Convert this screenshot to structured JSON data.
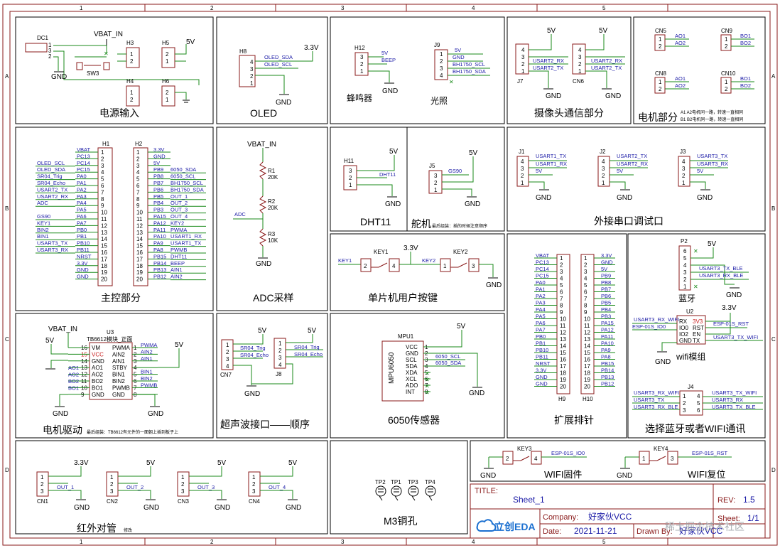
{
  "frame": {
    "col_labels": [
      "1",
      "2",
      "3",
      "4",
      "5"
    ],
    "row_labels": [
      "A",
      "B",
      "C",
      "D"
    ]
  },
  "blocks": {
    "power": {
      "title": "电源输入",
      "refs": {
        "dc1": "DC1",
        "h3": "H3",
        "h4": "H4",
        "h5": "H5",
        "h6": "H6",
        "sw3": "SW3"
      },
      "nets": {
        "vbat": "VBAT_IN",
        "v5": "5V",
        "gnd": "GND"
      }
    },
    "oled": {
      "title": "OLED",
      "ref": "H8",
      "nets": {
        "v33": "3.3V",
        "gnd": "GND",
        "sda": "OLED_SDA",
        "scl": "OLED_SCL"
      }
    },
    "buzzer": {
      "title": "蜂鸣器",
      "ref": "H12",
      "nets": {
        "v5": "5V",
        "beep": "BEEP",
        "gnd": "GND"
      }
    },
    "light": {
      "title": "光照",
      "ref": "J9",
      "nets": {
        "v5": "5V",
        "gnd": "GND",
        "scl": "BH1750_SCL",
        "sda": "BH1750_SDA"
      }
    },
    "camera": {
      "title": "摄像头通信部分",
      "refs": {
        "j7": "J7",
        "cn6": "CN6"
      },
      "nets": {
        "v5": "5V",
        "gnd": "GND",
        "rx": "USART2_RX",
        "tx": "USART2_TX"
      }
    },
    "motor": {
      "title": "电机部分",
      "refs": {
        "cn5": "CN5",
        "cn8": "CN8",
        "cn9": "CN9",
        "cn10": "CN10"
      },
      "nets": {
        "ao1": "AO1",
        "ao2": "AO2",
        "bo1": "BO1",
        "bo2": "BO2"
      },
      "note1": "A1 A2电机同一路，转速一直相同",
      "note2": "B1 B2电机同一路，转速一直相同"
    },
    "main": {
      "title": "主控部分",
      "refs": {
        "h1": "H1",
        "h2": "H2"
      },
      "h1_nets": [
        "VBAT",
        "PC13",
        "PC14",
        "PC15",
        "PA0",
        "PA1",
        "PA2",
        "PA3",
        "PA4",
        "PA5",
        "PA6",
        "PA7",
        "PB0",
        "PB1",
        "PB10",
        "PB11",
        "NRST",
        "3.3V",
        "GND",
        "GND"
      ],
      "h1_ext": [
        "",
        "",
        "OLED_SCL",
        "OLED_SDA",
        "SR04_Trig",
        "SR04_Echo",
        "USART2_TX",
        "USART2_RX",
        "ADC",
        "",
        "GS90",
        "KEY1",
        "BIN2",
        "BIN1",
        "USART3_TX",
        "USART3_RX",
        "",
        "",
        "",
        ""
      ],
      "h2_nets": [
        "3.3V",
        "GND",
        "5V",
        "PB9",
        "PB8",
        "PB7",
        "PB6",
        "PB5",
        "PB4",
        "PB3",
        "PA15",
        "PA12",
        "PA11",
        "PA10",
        "PA9",
        "PA8",
        "PB15",
        "PB14",
        "PB13",
        "PB12"
      ],
      "h2_ext": [
        "",
        "",
        "",
        "6050_SDA",
        "6050_SCL",
        "BH1750_SCL",
        "BH1750_SDA",
        "OUT_1",
        "OUT_2",
        "OUT_3",
        "OUT_4",
        "KEY2",
        "PWMA",
        "USART1_RX",
        "USART1_TX",
        "PWMB",
        "DHT11",
        "BEEP",
        "AIN1",
        "AIN2"
      ]
    },
    "adc": {
      "title": "ADC采样",
      "nets": {
        "vbat": "VBAT_IN",
        "adc": "ADC",
        "gnd": "GND"
      },
      "parts": [
        {
          "ref": "R1",
          "val": "20K"
        },
        {
          "ref": "R2",
          "val": "20K"
        },
        {
          "ref": "R3",
          "val": "10K"
        }
      ]
    },
    "dht": {
      "title": "DHT11",
      "ref": "H11",
      "nets": {
        "v5": "5V",
        "sig": "DHT11",
        "gnd": "GND"
      }
    },
    "servo": {
      "title": "舵机",
      "ref": "J5",
      "note": "最后组装：插的时候注意顺序",
      "nets": {
        "v5": "5V",
        "sig": "GS90",
        "gnd": "GND"
      }
    },
    "uart": {
      "title": "外接串口调试口",
      "ports": [
        {
          "ref": "J1",
          "tx": "USART1_TX",
          "rx": "USART1_RX",
          "v5": "5V",
          "gnd": "GND"
        },
        {
          "ref": "J2",
          "tx": "USART2_TX",
          "rx": "USART2_RX",
          "v5": "5V",
          "gnd": "GND"
        },
        {
          "ref": "J3",
          "tx": "USART3_TX",
          "rx": "USART3_RX",
          "v5": "5V",
          "gnd": "GND"
        }
      ]
    },
    "keys": {
      "title": "单片机用户按键",
      "nets": {
        "k1": "KEY1",
        "k2": "KEY2",
        "v33": "3.3V",
        "gnd": "GND"
      },
      "refs": {
        "key1": "KEY1",
        "key2": "KEY2"
      }
    },
    "driver": {
      "title": "电机驱动",
      "ref": "U3",
      "model": "TB6612模块_正面",
      "note": "最后组装：TB6612有元件的一面朝上插到板子上",
      "nets": {
        "vbat": "VBAT_IN",
        "v5": "5V",
        "gnd": "GND"
      },
      "left_pins": [
        "VM",
        "VCC",
        "GND",
        "AO1",
        "AO2",
        "BO2",
        "BO1",
        "GND"
      ],
      "left_nums": [
        "16",
        "15",
        "14",
        "13",
        "12",
        "11",
        "10",
        "9"
      ],
      "left_ext": [
        "",
        "",
        "",
        "AO1",
        "AO2",
        "BO2",
        "BO1",
        ""
      ],
      "right_pins": [
        "PWMA",
        "AIN2",
        "AIN1",
        "STBY",
        "BIN1",
        "BIN2",
        "PWMB",
        "GND"
      ],
      "right_nums": [
        "1",
        "2",
        "3",
        "4",
        "5",
        "6",
        "7",
        "8"
      ],
      "right_ext": [
        "PWMA",
        "AIN2",
        "AIN1",
        "",
        "BIN1",
        "BIN2",
        "PWMB",
        ""
      ]
    },
    "ultra": {
      "title": "超声波接口——顺序",
      "refs": {
        "cn7": "CN7",
        "j8": "J8"
      },
      "nets": {
        "v5": "5V",
        "gnd": "GND",
        "trig": "SR04_Trig",
        "echo": "SR04_Echo"
      }
    },
    "mpu": {
      "title": "6050传感器",
      "ref": "MPU1",
      "chip": "MPU6050",
      "pins": [
        "VCC",
        "GND",
        "SCL",
        "SDA",
        "XDA",
        "XCL",
        "ADO",
        "INT"
      ],
      "nets": {
        "v5": "5V",
        "gnd": "GND",
        "scl": "6050_SCL",
        "sda": "6050_SDA"
      }
    },
    "ext": {
      "title": "扩展排针",
      "refs": {
        "h9": "H9",
        "h10": "H10"
      },
      "h9_nets": [
        "VBAT",
        "PC13",
        "PC14",
        "PC15",
        "PA0",
        "PA1",
        "PA2",
        "PA3",
        "PA4",
        "PA5",
        "PA6",
        "PA7",
        "PB0",
        "PB1",
        "PB10",
        "PB11",
        "NRST",
        "3.3V",
        "GND",
        "GND"
      ],
      "h10_nets": [
        "3.3V",
        "GND",
        "5V",
        "PB9",
        "PB8",
        "PB7",
        "PB6",
        "PB5",
        "PB4",
        "PB3",
        "PA15",
        "PA12",
        "PA11",
        "PA10",
        "PA9",
        "PA8",
        "PB15",
        "PB14",
        "PB13",
        "PB12"
      ]
    },
    "bt": {
      "title": "蓝牙",
      "ref": "P2",
      "nets": {
        "v5": "5V",
        "gnd": "GND",
        "tx": "USART3_TX_BLE",
        "rx": "USART3_RX_BLE"
      }
    },
    "wifi": {
      "title": "wifi模组",
      "ref": "U2",
      "pins_l": [
        "RX",
        "IO0",
        "IO2",
        "GND"
      ],
      "pins_r": [
        "3V3",
        "RST",
        "EN",
        "TX"
      ],
      "nets": {
        "v33": "3.3V",
        "gnd": "GND",
        "rx": "USART3_RX_WIFI",
        "io0": "ESP-01S_IO0",
        "rst": "ESP-01S_RST",
        "tx": "USART3_TX_WIFI"
      }
    },
    "select": {
      "title": "选择蓝牙或者WIFI通讯",
      "ref": "J4",
      "left": [
        "USART3_RX_WIFI",
        "USART3_TX",
        "USART3_RX_BLE"
      ],
      "right": [
        "USART3_TX_WIFI",
        "USART3_RX",
        "USART3_TX_BLE"
      ]
    },
    "ir": {
      "title": "红外对管",
      "note": "修改",
      "parts": [
        {
          "ref": "CN1",
          "out": "OUT_1",
          "pwr": "3.3V"
        },
        {
          "ref": "CN2",
          "out": "OUT_2",
          "pwr": "5V"
        },
        {
          "ref": "CN3",
          "out": "OUT_3",
          "pwr": "5V"
        },
        {
          "ref": "CN4",
          "out": "OUT_4",
          "pwr": "5V"
        }
      ],
      "gnd": "GND"
    },
    "holes": {
      "title": "M3铜孔",
      "refs": [
        "TP2",
        "TP1",
        "TP3",
        "TP4"
      ]
    },
    "wififw": {
      "title": "WIFI固件",
      "ref": "KEY3",
      "net": "ESP-01S_IO0",
      "gnd": "GND"
    },
    "wifirst": {
      "title": "WIFI复位",
      "ref": "KEY4",
      "net": "ESP-01S_RST",
      "gnd": "GND"
    }
  },
  "titleblock": {
    "title_label": "TITLE:",
    "title": "Sheet_1",
    "rev_label": "REV:",
    "rev": "1.5",
    "company_label": "Company:",
    "company": "好家伙VCC",
    "sheet_label": "Sheet:",
    "sheet": "1/1",
    "date_label": "Date:",
    "date": "2021-11-21",
    "drawn_label": "Drawn By:",
    "drawn": "好家伙VCC",
    "logo": "立创EDA",
    "watermark": "稀土掘金技术社区"
  },
  "colors": {
    "wire": "#1a8a1a",
    "label": "#1a1aa6",
    "part": "#8a1a1a",
    "frame": "#000000",
    "noconnect": "#1a8a1a",
    "pinred": "#c81e1e"
  }
}
